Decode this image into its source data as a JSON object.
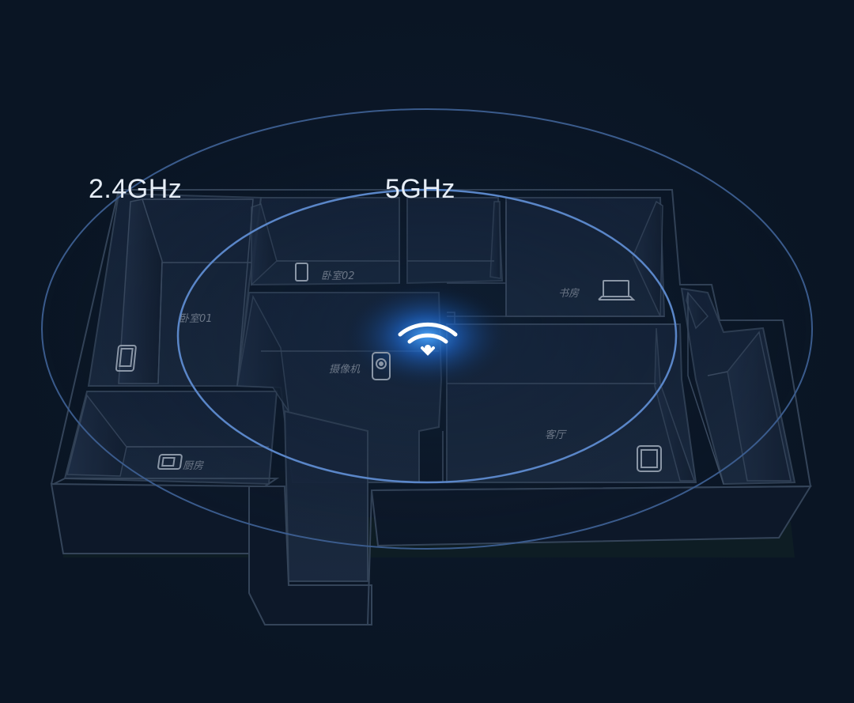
{
  "bands": {
    "band_24": "2.4GHz",
    "band_5": "5GHz"
  },
  "rooms": {
    "bedroom_01": "卧室01",
    "bedroom_02": "卧室02",
    "study": "书房",
    "camera": "摄像机",
    "kitchen": "厨房",
    "living_room": "客厅"
  },
  "icons": {
    "router": "wifi-icon",
    "phone": "phone-icon",
    "laptop": "laptop-icon",
    "camera": "camera-icon",
    "tablet": "tablet-icon",
    "kitchen_device": "appliance-icon"
  },
  "colors": {
    "background": "#0a1524",
    "wall_stroke": "#3a4a60",
    "ring": "#5a86c8",
    "glow": "#1e7bff"
  }
}
